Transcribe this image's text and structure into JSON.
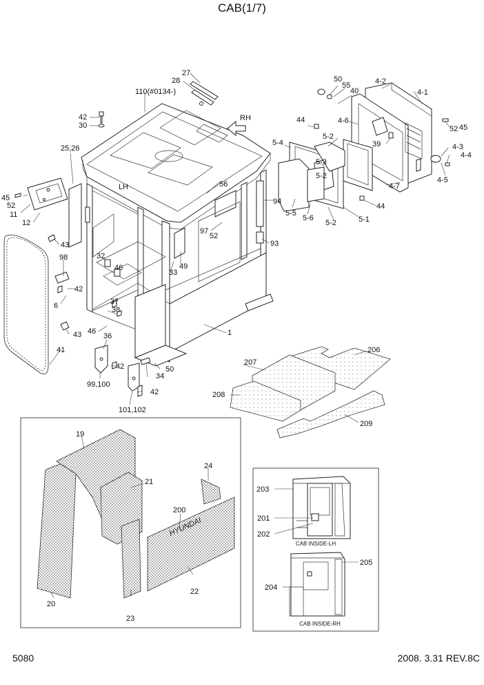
{
  "header": {
    "title": "CAB(1/7)"
  },
  "footer": {
    "page_number": "5080",
    "revision": "2008. 3.31  REV.8C"
  },
  "inset": {
    "lh_caption": "CAB INSIDE-LH",
    "rh_caption": "CAB INSIDE-RH"
  },
  "decal": {
    "brand_text": "HYUNDAI"
  },
  "direction": {
    "rh": "RH",
    "lh": "LH"
  },
  "callouts": {
    "c1": "1",
    "c4_1": "4-1",
    "c4_2": "4-2",
    "c4_3": "4-3",
    "c4_4": "4-4",
    "c4_5": "4-5",
    "c4_6": "4-6",
    "c4_7": "4-7",
    "c5_1": "5-1",
    "c5_2a": "5-2",
    "c5_2b": "5-2",
    "c5_3": "5-3",
    "c5_4": "5-4",
    "c5_5": "5-5",
    "c5_6": "5-6",
    "c5_2c": "5-2",
    "c6": "6",
    "c11": "11",
    "c12": "12",
    "c19": "19",
    "c20": "20",
    "c21": "21",
    "c22": "22",
    "c23": "23",
    "c24": "24",
    "c25_26": "25,26",
    "c27": "27",
    "c28": "28",
    "c30": "30",
    "c32": "32",
    "c33": "33",
    "c34": "34",
    "c36": "36",
    "c37": "37",
    "c38": "38",
    "c39": "39",
    "c40": "40",
    "c41": "41",
    "c42a": "42",
    "c42b": "42",
    "c42c": "42",
    "c42d": "42",
    "c43a": "43",
    "c43b": "43",
    "c44a": "44",
    "c44b": "44",
    "c45a": "45",
    "c45b": "45",
    "c46a": "46",
    "c46b": "46",
    "c49": "49",
    "c50a": "50",
    "c50b": "50",
    "c52a": "52",
    "c52b": "52",
    "c52c": "52",
    "c55": "55",
    "c56": "56",
    "c93": "93",
    "c94": "94",
    "c97": "97",
    "c98": "98",
    "c99_100": "99,100",
    "c101_102": "101,102",
    "c110": "110(#0134-)",
    "c200": "200",
    "c201": "201",
    "c202": "202",
    "c203": "203",
    "c204": "204",
    "c205": "205",
    "c206": "206",
    "c207": "207",
    "c208": "208",
    "c209": "209"
  }
}
